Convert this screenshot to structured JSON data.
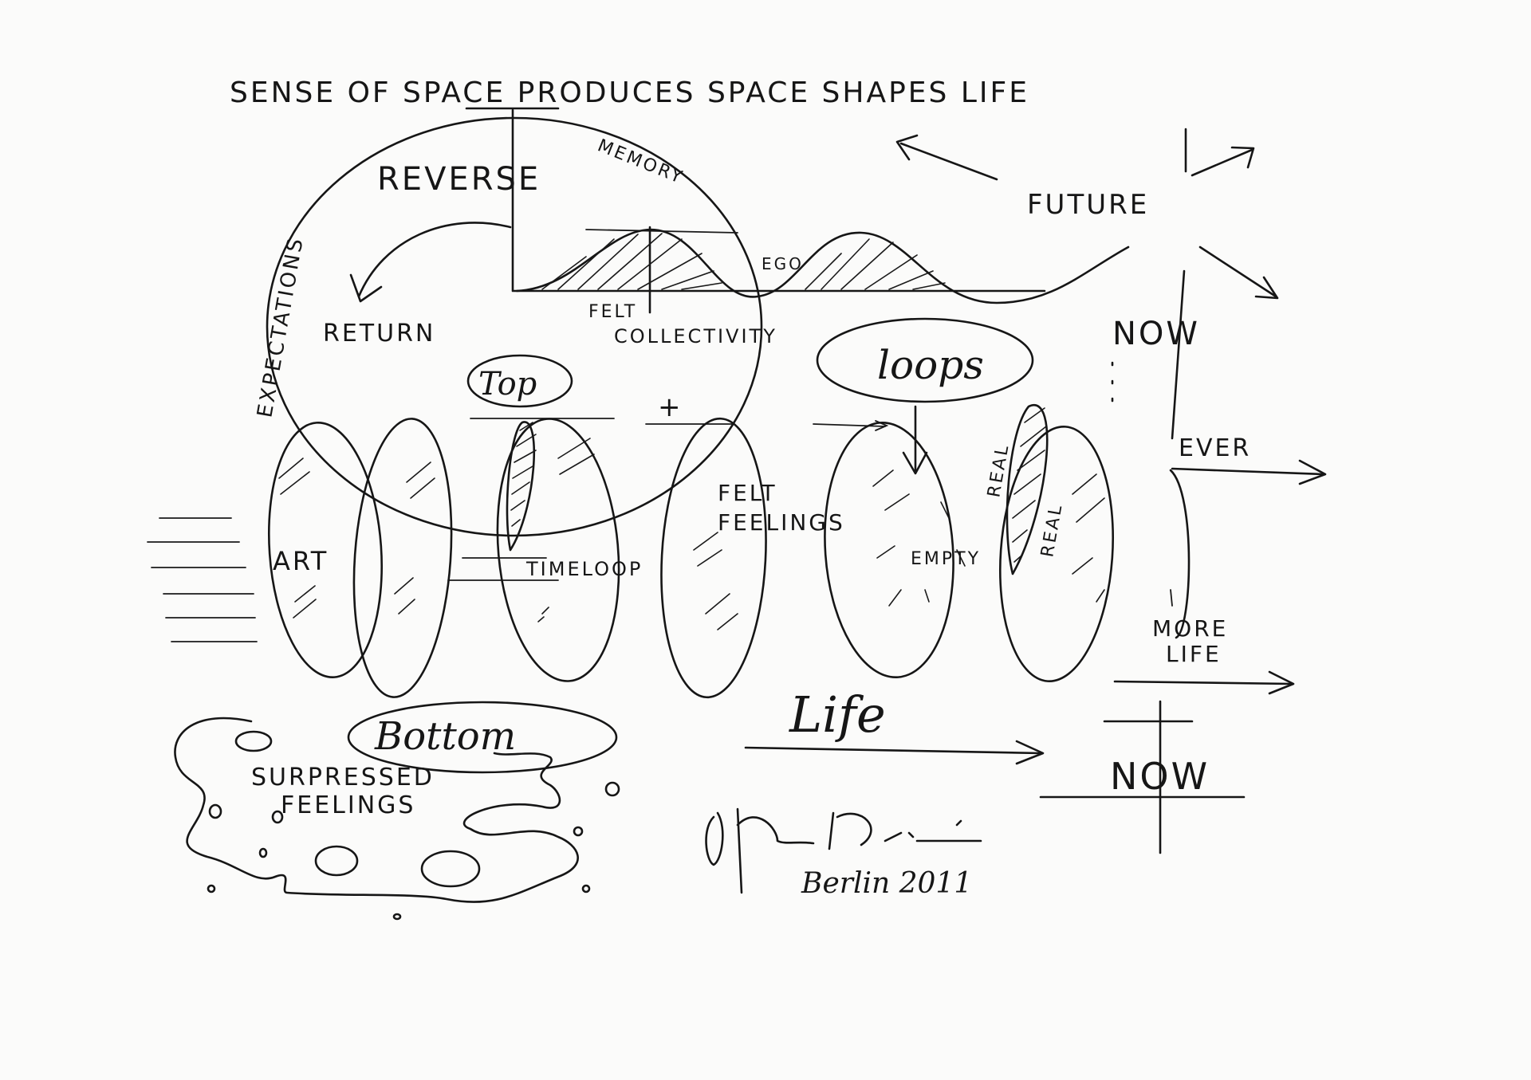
{
  "title": "SENSE OF SPACE PRODUCES SPACE SHAPES LIFE",
  "labels": {
    "reverse": "REVERSE",
    "memory": "MEMORY",
    "expectations": "EXPECTATIONS",
    "return": "RETURN",
    "felt": "FELT",
    "collectivity": "COLLECTIVITY",
    "ego": "EGO",
    "future": "FUTURE",
    "now_top": "NOW",
    "top": "Top",
    "loops": "loops",
    "plus": "+",
    "ever": "EVER",
    "art": "ART",
    "timeloop": "TIMELOOP",
    "felt_feelings_1": "FELT",
    "felt_feelings_2": "FEELINGS",
    "empty": "EMPTY",
    "real_1": "REAL",
    "real_2": "REAL",
    "more_life_1": "MORE",
    "more_life_2": "LIFE",
    "bottom": "Bottom",
    "surpressed_1": "SURPRESSED",
    "surpressed_2": "FEELINGS",
    "life": "Life",
    "now_bottom": "NOW",
    "place_date": "Berlin 2011"
  }
}
